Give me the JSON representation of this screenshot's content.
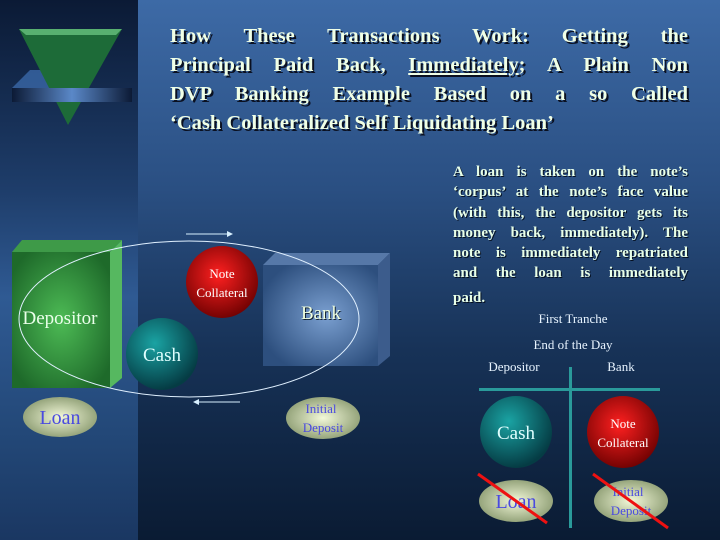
{
  "logo": {
    "icon": "inverted-pyramid-logo"
  },
  "title": {
    "lines": [
      "How These Transactions Work: Getting the",
      "Principal Paid Back, ",
      "DVP Banking Example  Based on a so Called",
      "‘Cash Collateralized Self Liquidating Loan’"
    ],
    "underlined": "Immediately",
    "line2_rest": "; A Plain Non"
  },
  "body": {
    "lines": [
      "A loan is taken on the note’s",
      "‘corpus’ at the note’s face value",
      "(with this, the depositor gets its",
      "money back, immediately). The",
      "note is immediately repatriated",
      "and the loan is immediately",
      "paid."
    ]
  },
  "left_diagram": {
    "depositor": "Depositor",
    "bank": "Bank",
    "cash": "Cash",
    "note_line1": "Note",
    "note_line2": "Collateral",
    "loan": "Loan",
    "initial_line1": "Initial",
    "initial_line2": "Deposit"
  },
  "right_diagram": {
    "heading": "First Tranche",
    "subheading": "End of the Day",
    "col_left": "Depositor",
    "col_right": "Bank",
    "cash": "Cash",
    "note_line1": "Note",
    "note_line2": "Collateral",
    "loan": "Loan",
    "initial_line1": "Initial",
    "initial_line2": "Deposit",
    "crossed_out": [
      "Loan",
      "Initial Deposit"
    ]
  },
  "colors": {
    "cash": "#0e6f6f",
    "note": "#c40000",
    "pill": "#d8e3b0",
    "pill_text": "#4a4adf",
    "strike": "#ee1111"
  }
}
